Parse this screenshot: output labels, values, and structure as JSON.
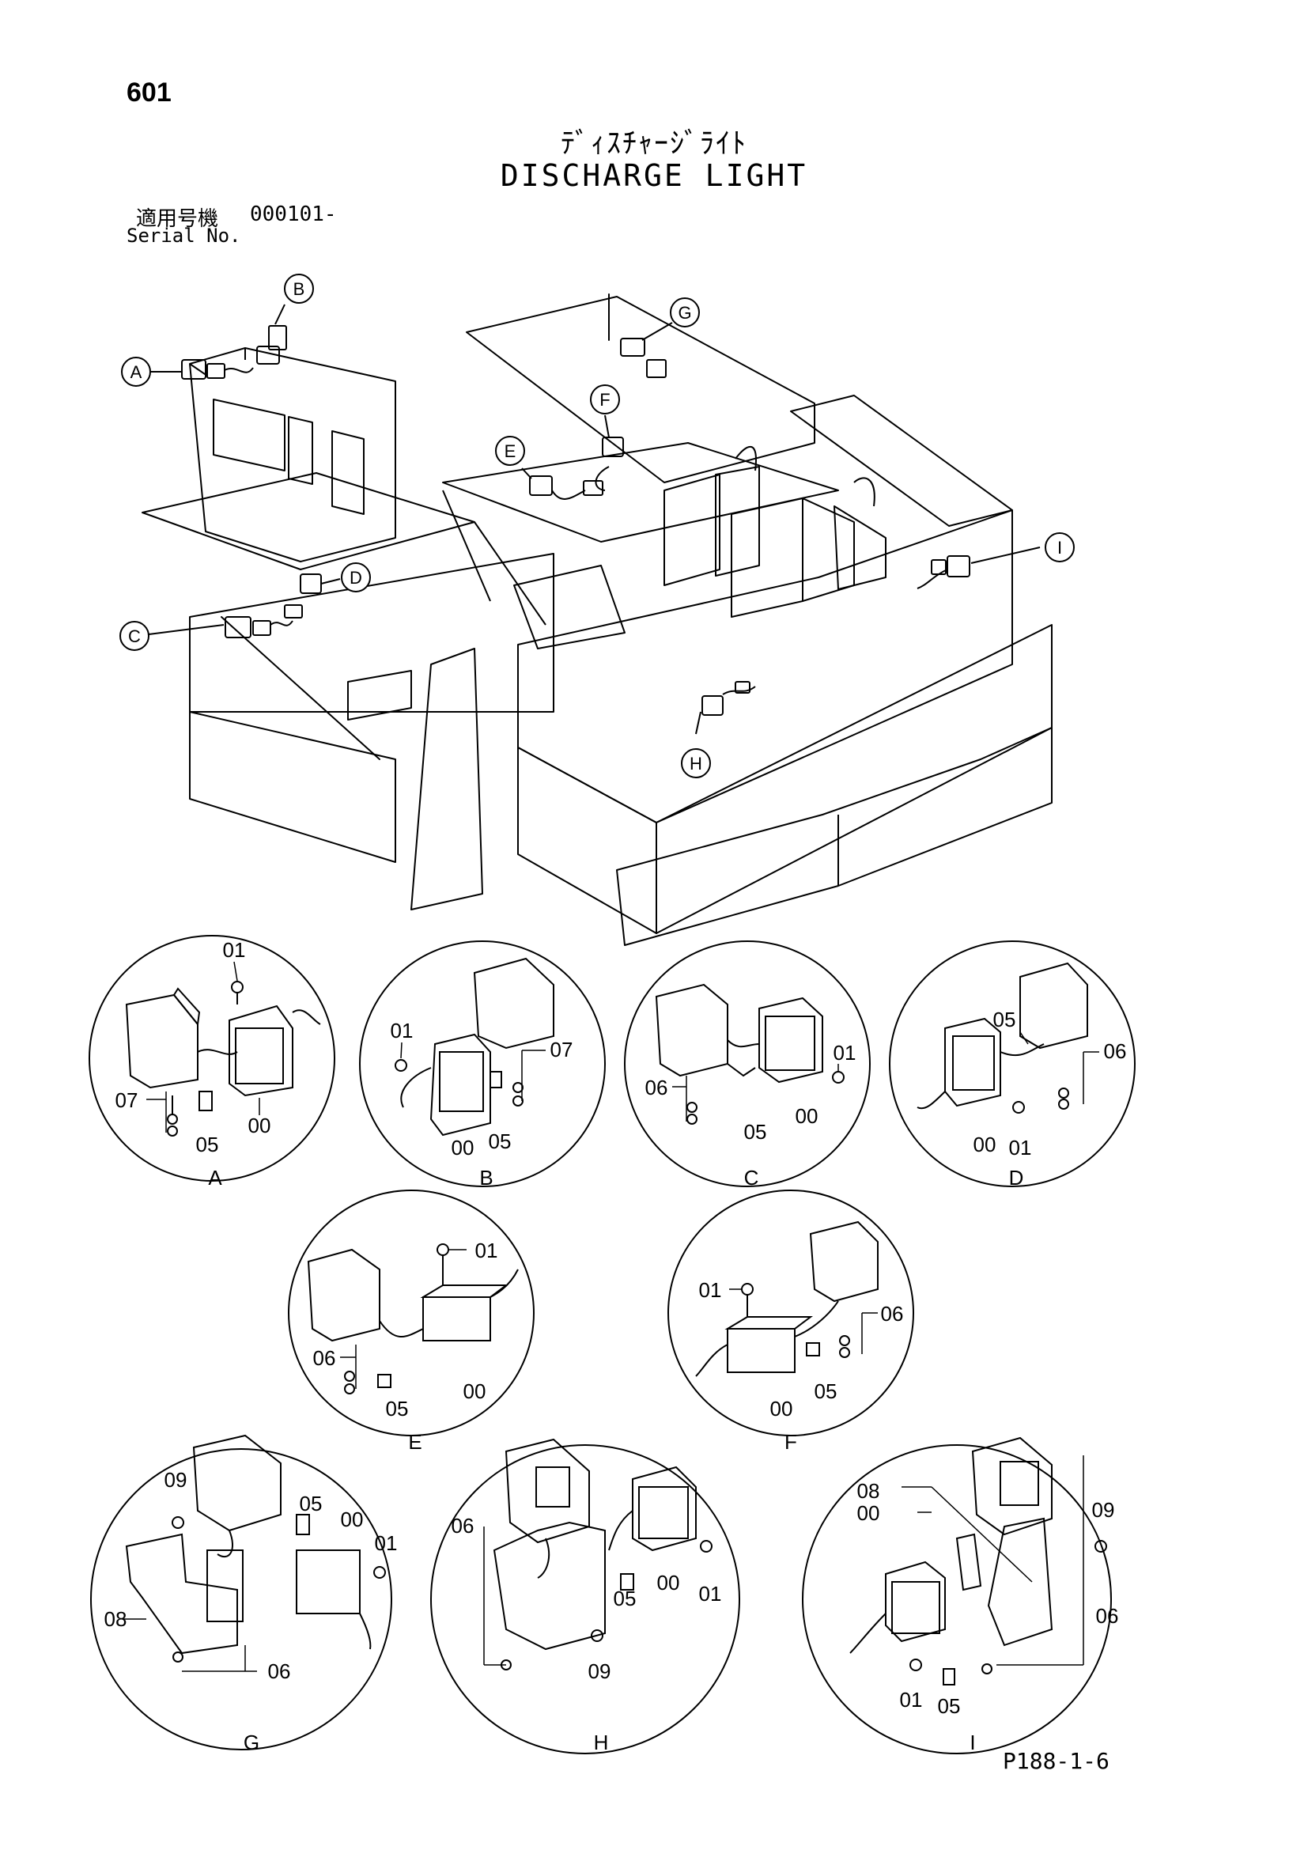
{
  "header": {
    "page_number": "601",
    "title_jp": "ﾃﾞｨｽﾁｬｰｼﾞﾗｲﾄ",
    "title_en": "DISCHARGE LIGHT",
    "serial_label_jp": "適用号機",
    "serial_value": "000101-",
    "serial_label_en": "Serial No."
  },
  "overview": {
    "callouts": [
      "A",
      "B",
      "C",
      "D",
      "E",
      "F",
      "G",
      "H",
      "I"
    ]
  },
  "details": [
    {
      "letter": "A",
      "parts": [
        "01",
        "07",
        "05",
        "00"
      ]
    },
    {
      "letter": "B",
      "parts": [
        "01",
        "07",
        "00",
        "05"
      ]
    },
    {
      "letter": "C",
      "parts": [
        "06",
        "01",
        "05",
        "00"
      ]
    },
    {
      "letter": "D",
      "parts": [
        "05",
        "06",
        "00",
        "01"
      ]
    },
    {
      "letter": "E",
      "parts": [
        "01",
        "06",
        "05",
        "00"
      ]
    },
    {
      "letter": "F",
      "parts": [
        "01",
        "06",
        "00",
        "05"
      ]
    },
    {
      "letter": "G",
      "parts": [
        "09",
        "05",
        "00",
        "01",
        "08",
        "06"
      ]
    },
    {
      "letter": "H",
      "parts": [
        "06",
        "00",
        "01",
        "05",
        "09"
      ]
    },
    {
      "letter": "I",
      "parts": [
        "08",
        "00",
        "09",
        "06",
        "01",
        "05"
      ]
    }
  ],
  "footer": {
    "reference": "P188-1-6"
  }
}
